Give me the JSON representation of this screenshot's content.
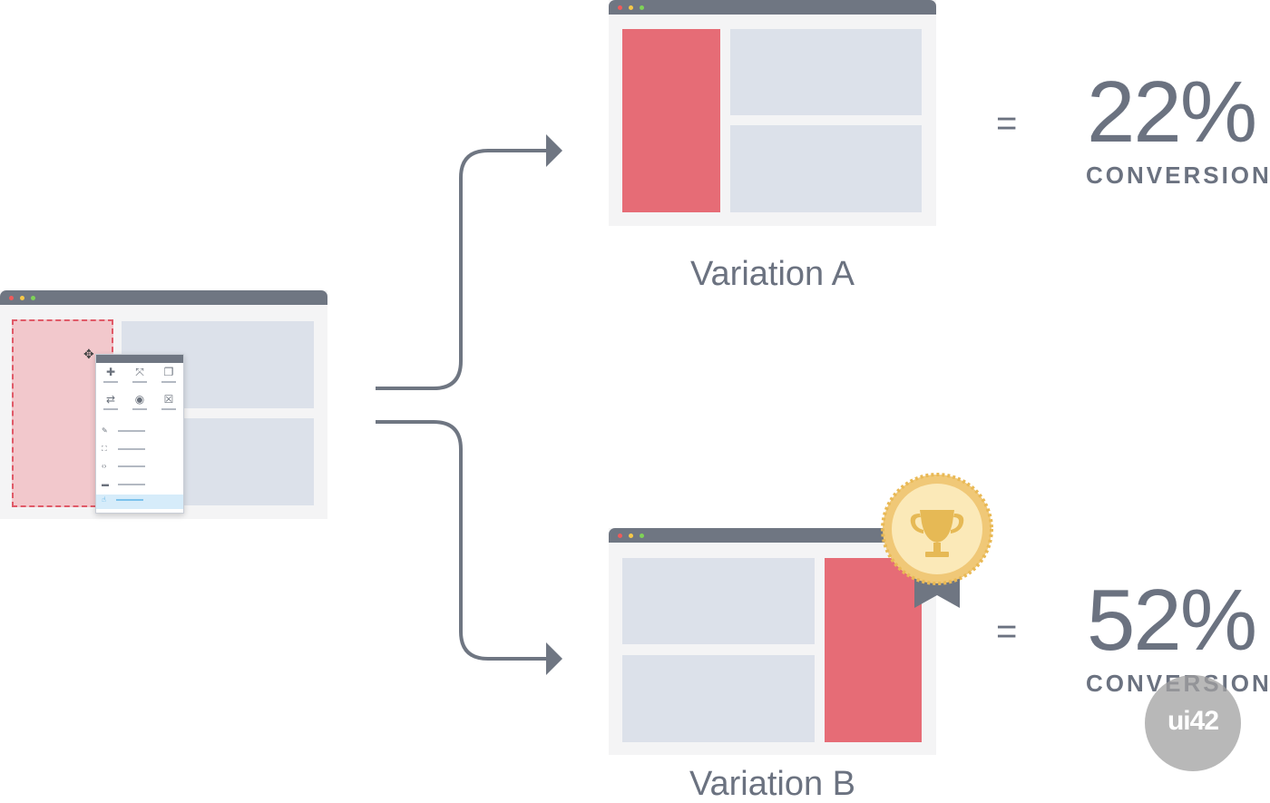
{
  "variation_a": {
    "label": "Variation A",
    "conversion_value": "22%",
    "conversion_label": "CONVERSION",
    "equals": "="
  },
  "variation_b": {
    "label": "Variation B",
    "conversion_value": "52%",
    "conversion_label": "CONVERSION",
    "equals": "=",
    "winner_badge_icon": "trophy-icon"
  },
  "editor_context_menu": {
    "tool_icons": [
      "move-icon",
      "resize-icon",
      "clone-icon",
      "rearrange-icon",
      "hide-icon",
      "remove-icon"
    ],
    "list_icons": [
      "pencil-icon",
      "select-parent-icon",
      "edit-html-icon",
      "edit-css-icon",
      "track-clicks-icon"
    ]
  },
  "watermark": {
    "text": "ui42"
  },
  "colors": {
    "accent_red": "#e66c76",
    "panel_gray": "#dce1ea",
    "chrome_bar": "#6f7682",
    "text_gray": "#6b7280",
    "badge_gold": "#f3d38a"
  }
}
